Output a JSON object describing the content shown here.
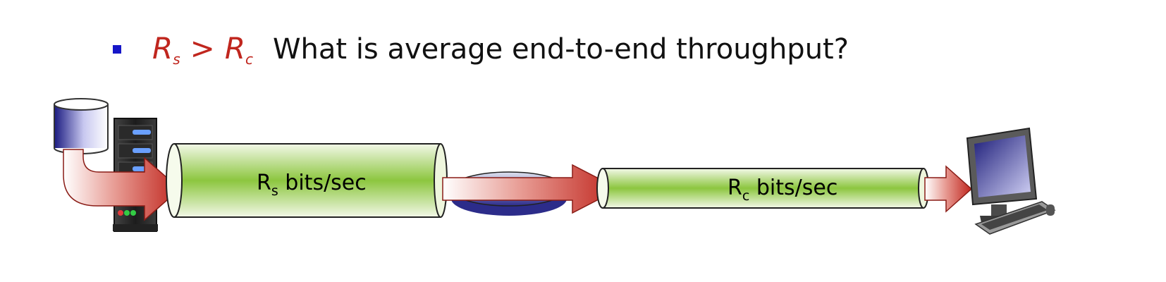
{
  "headline": {
    "formula_left_var": "R",
    "formula_left_sub": "s",
    "formula_operator": ">",
    "formula_right_var": "R",
    "formula_right_sub": "c",
    "question": "What is average end-to-end throughput?"
  },
  "links": {
    "server_link": {
      "var": "R",
      "sub": "s",
      "unit": " bits/sec"
    },
    "client_link": {
      "var": "R",
      "sub": "c",
      "unit": " bits/sec"
    }
  },
  "colors": {
    "bullet": "#1616c8",
    "formula": "#c0261e",
    "pipe_green": "#8cc63f",
    "arrow_red": "#c0261e",
    "router_blue": "#3c3ca0"
  },
  "icons": [
    "database-icon",
    "server-icon",
    "router-icon",
    "computer-icon"
  ]
}
